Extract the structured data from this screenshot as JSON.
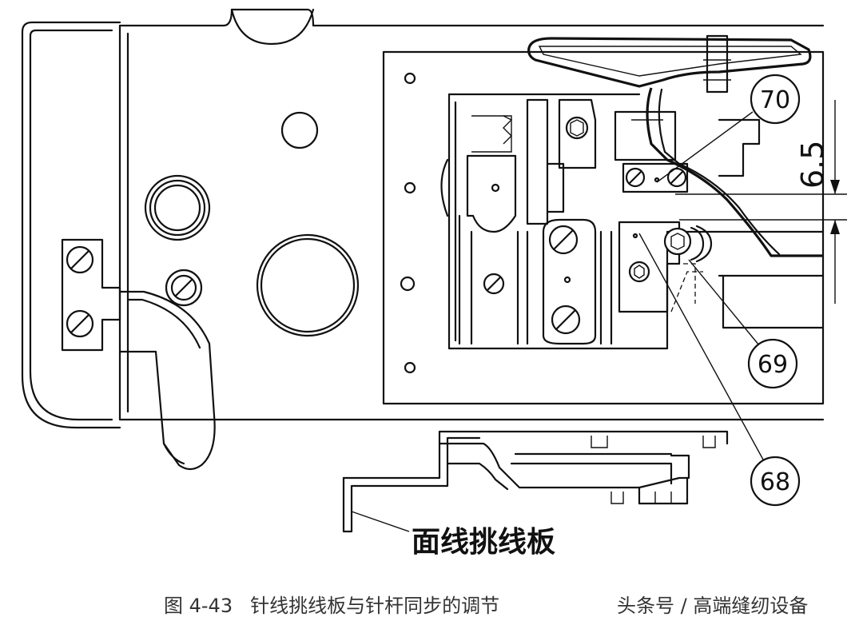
{
  "callouts": {
    "c70": "70",
    "c69": "69",
    "c68": "68"
  },
  "dimension": {
    "value": "6.5"
  },
  "part_label": "面线挑线板",
  "caption": {
    "figure_number": "图 4-43",
    "title": "针线挑线板与针杆同步的调节"
  },
  "watermark": "头条号 / 高端缝纫设备"
}
